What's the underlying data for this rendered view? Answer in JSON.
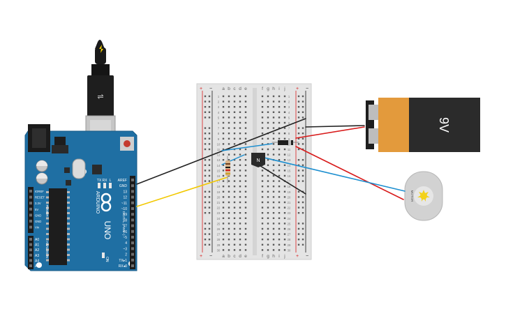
{
  "arduino": {
    "brand": "ARDUINO",
    "model": "UNO",
    "digital_label": "DIGITAL (PWM~)",
    "power_label": "POWER",
    "analog_label": "ANALOG IN",
    "top_pins": [
      "AREF",
      "GND",
      "13",
      "12",
      "~11",
      "~10",
      "~9",
      "8",
      "7",
      "~6",
      "~5",
      "4",
      "~3",
      "2",
      "TX▸1",
      "RX◂0"
    ],
    "power_pins": [
      "IOREF",
      "RESET",
      "3.3V",
      "5V",
      "GND",
      "GND",
      "Vin"
    ],
    "analog_pins": [
      "A0",
      "A1",
      "A2",
      "A3",
      "A4",
      "A5"
    ],
    "on_label": "ON",
    "tx_label": "TX",
    "rx_label": "RX",
    "l_label": "L"
  },
  "breadboard": {
    "columns_left": [
      "a",
      "b",
      "c",
      "d",
      "e"
    ],
    "columns_right": [
      "f",
      "g",
      "h",
      "i",
      "j"
    ],
    "plus": "+",
    "minus": "−",
    "rows": 30
  },
  "battery": {
    "label": "9V"
  },
  "motor": {
    "label": "MOTOR"
  },
  "transistor": {
    "label": "N"
  },
  "colors": {
    "arduino_blue": "#1f6fa3",
    "breadboard": "#e4e4e4",
    "wire_black": "#222222",
    "wire_red": "#d81b1b",
    "wire_blue": "#1d8fd0",
    "wire_yellow": "#f2c800",
    "battery_orange": "#e39a3c",
    "battery_black": "#2b2b2b"
  }
}
